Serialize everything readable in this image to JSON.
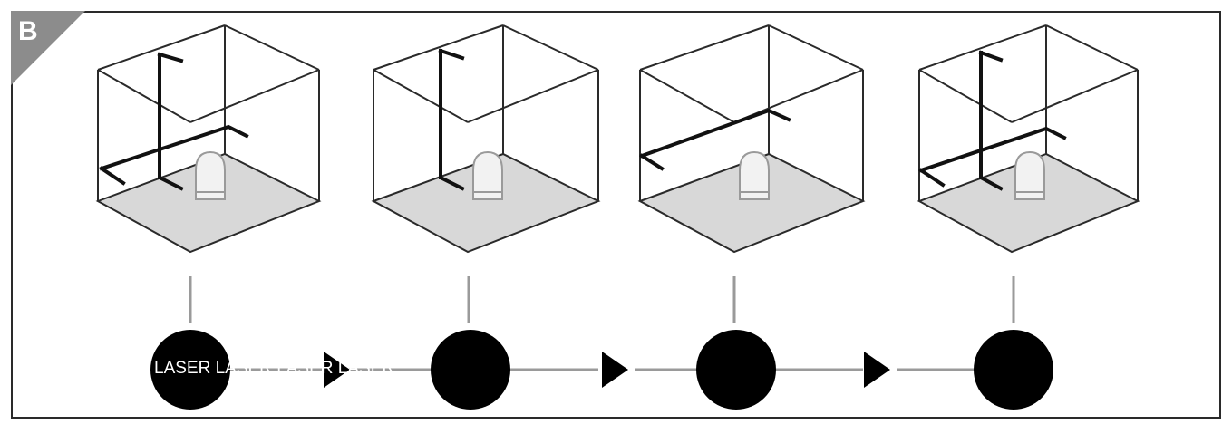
{
  "panel": {
    "label": "B"
  },
  "step_labels": [
    "LASER",
    "LASER",
    "LASER",
    "LASER"
  ],
  "colors": {
    "frame": "#2a2a2a",
    "corner": "#8c8c8c",
    "floor": "#d8d8d8",
    "laser_line": "#111111",
    "connector": "#9a9a9a",
    "node": "#000000"
  }
}
